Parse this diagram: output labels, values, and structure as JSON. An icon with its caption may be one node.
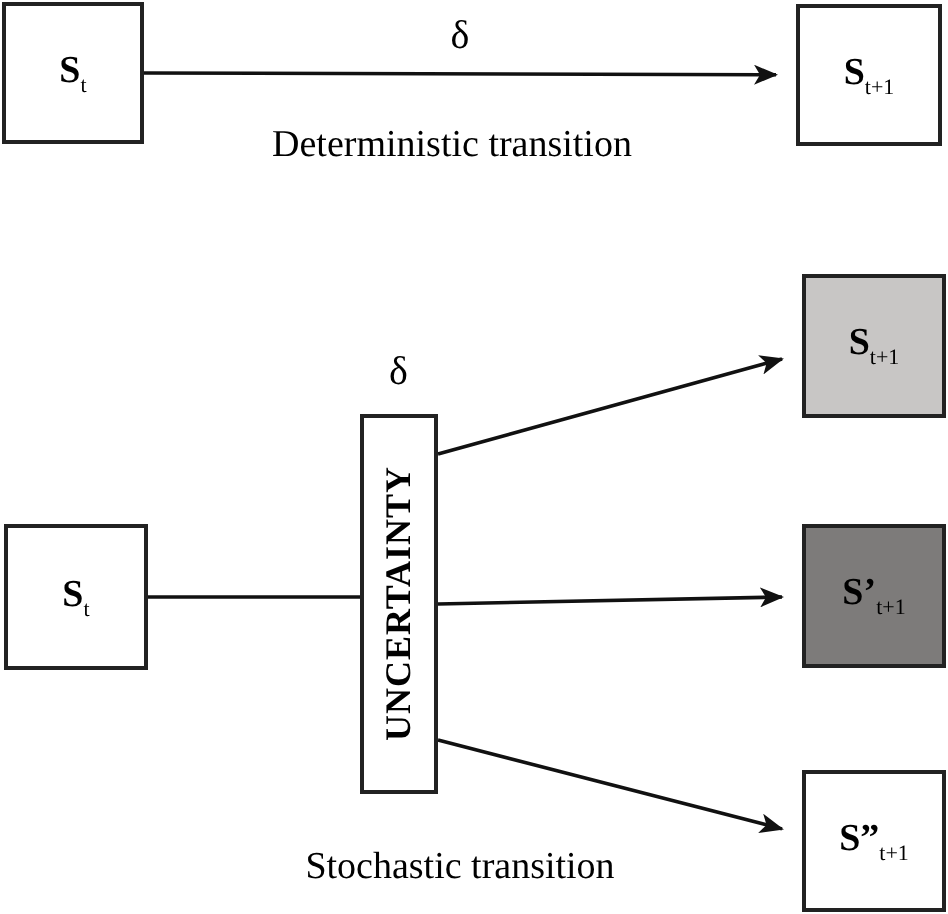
{
  "diagram": {
    "nodes": [
      {
        "text": [
          "**S**$_{t}$"
        ]
      },
      {
        "text": [
          "**S**$_{t+1}$"
        ]
      },
      {
        "text": [
          "**S**$_{t}$"
        ]
      },
      {
        "text": [
          "UNCERTAINTY"
        ],
        "beside": [
          "δ"
        ]
      },
      {
        "text": [
          "**S**$_{t+1}$"
        ]
      },
      {
        "text": [
          "**S’**$_{t+1}$"
        ]
      },
      {
        "text": [
          "**S”**$_{t+1}$"
        ]
      }
    ],
    "edges": [
      {
        "from": 0,
        "to": 1,
        "arrow": "to",
        "label": "δ"
      },
      {
        "from": 2,
        "to": 3,
        "arrow": "none"
      },
      {
        "from": 3,
        "to": 4,
        "arrow": "to"
      },
      {
        "from": 3,
        "to": 5,
        "arrow": "to"
      },
      {
        "from": 3,
        "to": 6,
        "arrow": "to"
      }
    ],
    "labels": [
      "Deterministic transition",
      "Stochastic transition"
    ]
  }
}
